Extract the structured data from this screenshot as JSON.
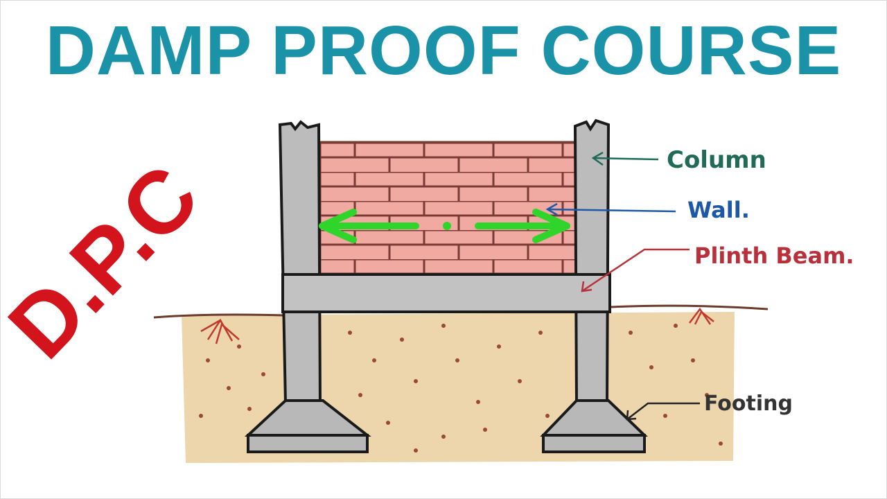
{
  "title": "DAMP PROOF COURSE",
  "side_label": "D.P.C",
  "labels": {
    "column": "Column",
    "wall": "Wall.",
    "plinth_beam": "Plinth Beam.",
    "footing": "Footing"
  },
  "colors": {
    "title": "#1a93a8",
    "side_label": "#d4141c",
    "column_label": "#1f6b57",
    "wall_label": "#1d58a8",
    "plinth_label": "#b8303a",
    "footing_label": "#333333",
    "dpc_arrow": "#2fd52a",
    "brick": "#f0a8a0",
    "soil": "#ecd6aa",
    "concrete": "#bdbdbd"
  }
}
